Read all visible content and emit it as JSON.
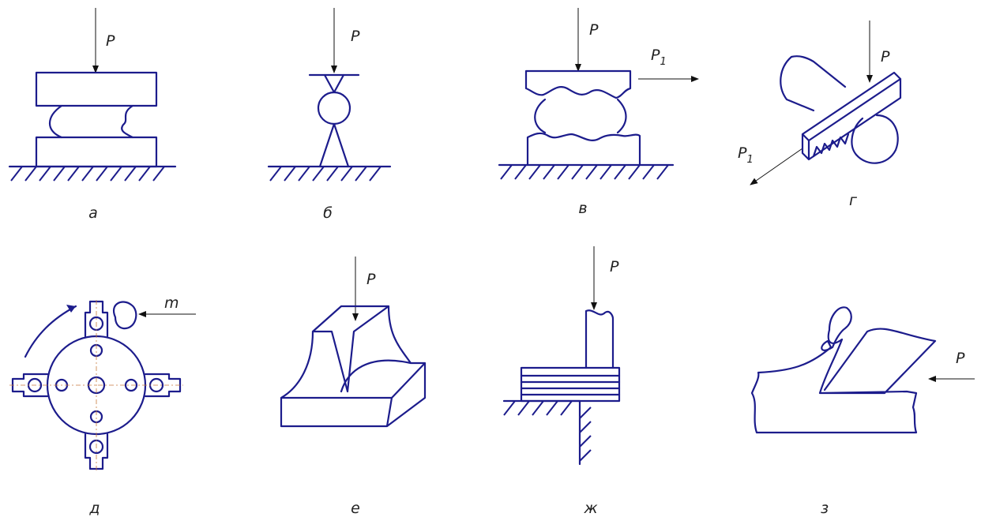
{
  "colors": {
    "line": "#1c1c8c",
    "arrow": "#111111",
    "centerline": "#c87a3c"
  },
  "panels": [
    {
      "caption": "а",
      "labels": [
        "P"
      ]
    },
    {
      "caption": "б",
      "labels": [
        "P"
      ]
    },
    {
      "caption": "в",
      "labels": [
        "P",
        "P",
        "1"
      ]
    },
    {
      "caption": "г",
      "labels": [
        "P",
        "P",
        "1"
      ]
    },
    {
      "caption": "д",
      "labels": [
        "m"
      ]
    },
    {
      "caption": "е",
      "labels": [
        "P"
      ]
    },
    {
      "caption": "ж",
      "labels": [
        "P"
      ]
    },
    {
      "caption": "з",
      "labels": [
        "P"
      ]
    }
  ]
}
